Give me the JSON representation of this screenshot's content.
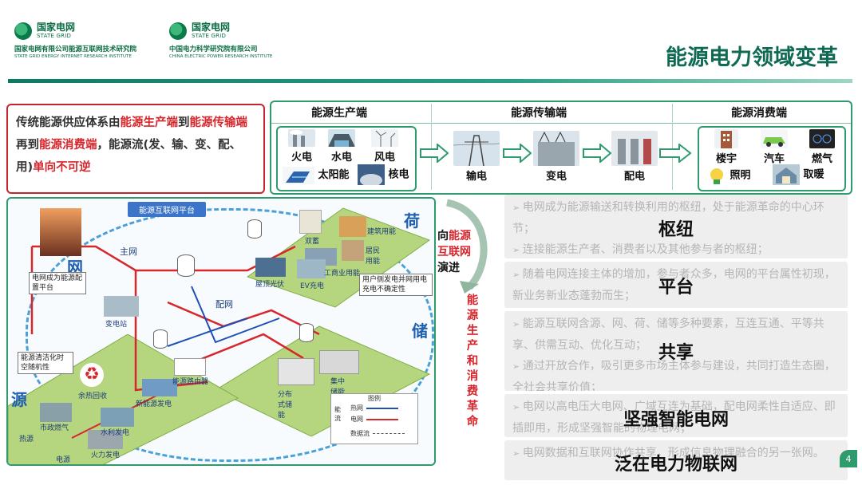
{
  "header": {
    "logo1": {
      "cn": "国家电网",
      "en": "STATE GRID",
      "org": "国家电网有限公司能源互联网技术研究院",
      "org_en": "STATE GRID ENERGY INTERNET RESEARCH INSTITUTE"
    },
    "logo2": {
      "cn": "国家电网",
      "en": "STATE GRID",
      "org": "中国电力科学研究院有限公司",
      "org_en": "CHINA ELECTRIC POWER RESEARCH INSTITUTE"
    },
    "title": "能源电力领域变革"
  },
  "intro": {
    "p1": "传统能源供应体系由",
    "r1": "能源生产端",
    "p2": "到",
    "r2": "能源传输端",
    "p3": "再到",
    "r3": "能源消费端",
    "p4": "，能源流(发、输、变、配、用)",
    "r4": "单向不可逆"
  },
  "chain": {
    "headers": [
      "能源生产端",
      "能源传输端",
      "能源消费端"
    ],
    "production": [
      "火电",
      "水电",
      "风电",
      "太阳能",
      "核电"
    ],
    "transmission": [
      "输电",
      "变电",
      "配电"
    ],
    "consumption": [
      "楼宇",
      "汽车",
      "燃气",
      "照明",
      "取暖"
    ]
  },
  "diagram": {
    "platform": "能源互联网平台",
    "big": {
      "wang": "网",
      "he": "荷",
      "chu": "储",
      "yuan": "源"
    },
    "labels": {
      "main_grid": "主网",
      "dist_grid": "配网",
      "grid_note": "电网成为能源配置平台",
      "substation": "变电站",
      "router": "能源路由器",
      "double_store": "双蓄",
      "building": "建筑用能",
      "resident": "居民用能",
      "industry": "工商业用能",
      "rooftop_pv": "屋顶光伏",
      "ev": "EV充电",
      "user_note": "用户侧发电并网用电充电不确定性",
      "clean_note": "能源清洁化时空随机性",
      "waste": "余热回收",
      "new_energy": "新能源发电",
      "gas": "市政燃气",
      "hydro": "水利发电",
      "thermal_power": "火力发电",
      "heat": "热源",
      "power_source": "电源",
      "distributed_store": "分布式储能",
      "central_store": "集中储能"
    },
    "legend": {
      "title": "图例",
      "heat": "热网",
      "power": "电网",
      "row1": "能",
      "row2": "流",
      "info": "数据流"
    }
  },
  "evolution": {
    "line1_pre": "向",
    "line1_red": "能源",
    "line2_red": "互联网",
    "line3": "演进",
    "vertical": "能源生产和消费革命"
  },
  "cards": [
    {
      "keyword": "枢纽",
      "lines": [
        "电网成为能源输送和转换利用的枢纽，处于能源革命的中心环节；",
        "连接能源生产者、消费者以及其他参与者的枢纽；"
      ]
    },
    {
      "keyword": "平台",
      "lines": [
        "随着电网连接主体的增加，参与者众多，电网的平台属性初现，新业务新业态蓬勃而生；"
      ]
    },
    {
      "keyword": "共享",
      "lines": [
        "能源互联网含源、网、荷、储等多种要素，互连互通、平等共享、供需互动、优化互动；",
        "通过开放合作，吸引更多市场主体参与建设，共同打造生态圈，全社会共享价值；"
      ]
    },
    {
      "keyword": "坚强智能电网",
      "lines": [
        "电网以高电压大电网、广域互连为基础，配电网柔性自适应、即插即用，形成坚强智能的物理电网；"
      ]
    },
    {
      "keyword": "泛在电力物联网",
      "lines": [
        "电网数据和互联网协作共享，形成信息物理融合的另一张网。"
      ]
    }
  ],
  "page_number": "4",
  "colors": {
    "brand_green": "#0e6a52",
    "accent_red": "#d8262d",
    "frame_green": "#2f9b6d",
    "grid_blue": "#1f5fb2"
  }
}
